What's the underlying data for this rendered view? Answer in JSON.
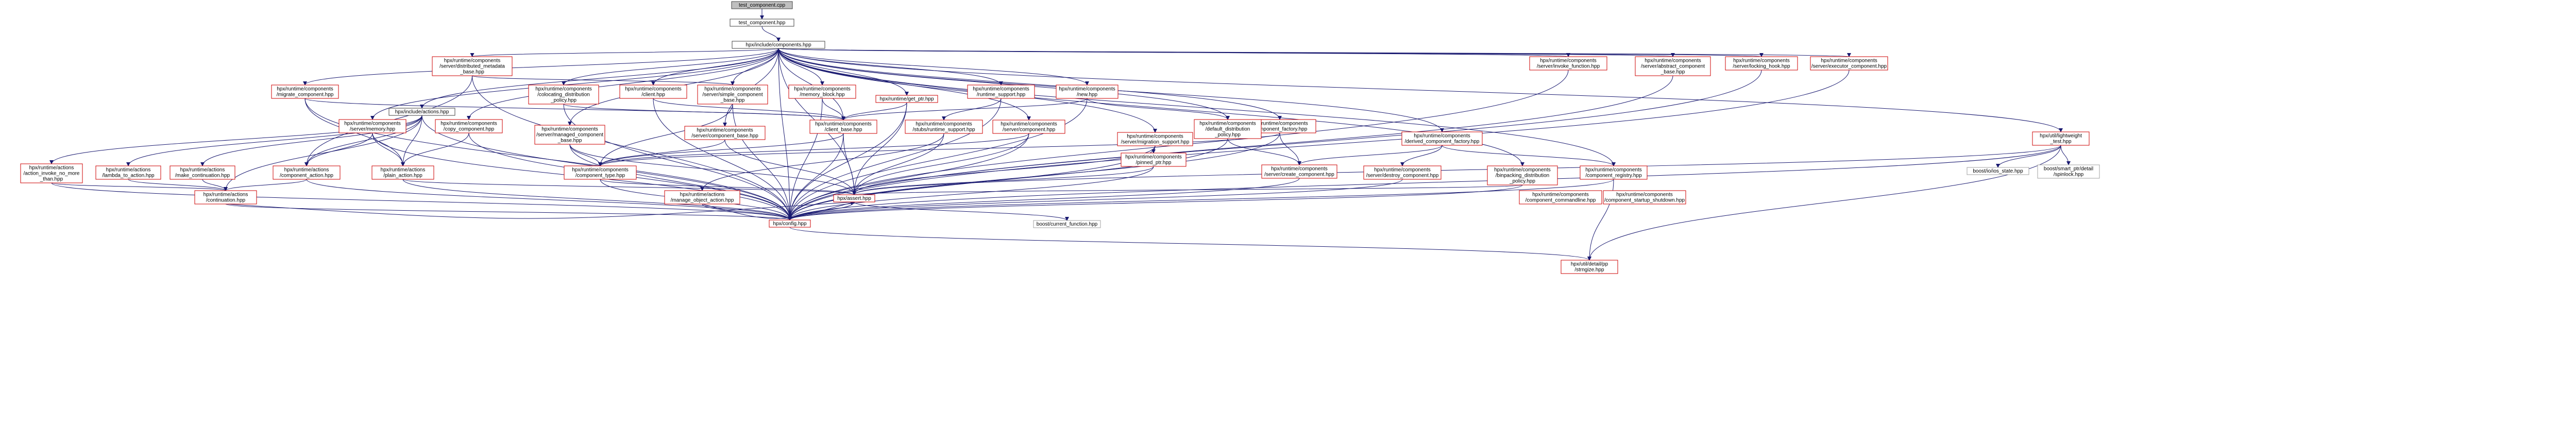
{
  "graph": {
    "colors": {
      "root_fill": "#bfbfbf",
      "root_stroke": "#404040",
      "node_stroke_plain": "#404040",
      "node_stroke_missing": "#cc0000",
      "node_stroke_system": "#a0a0a0",
      "node_fill": "#ffffff",
      "edge": "#191970"
    },
    "nodes": [
      {
        "id": "root",
        "lines": [
          "test_component.cpp"
        ],
        "kind": "root"
      },
      {
        "id": "test_hpp",
        "lines": [
          "test_component.hpp"
        ],
        "kind": "plain"
      },
      {
        "id": "components_hpp",
        "lines": [
          "hpx/include/components.hpp"
        ],
        "kind": "plain"
      },
      {
        "id": "actions_hpp",
        "lines": [
          "hpx/include/actions.hpp"
        ],
        "kind": "plain"
      },
      {
        "id": "lightweight_test",
        "lines": [
          "hpx/util/lightweight",
          "_test.hpp"
        ],
        "kind": "missing"
      },
      {
        "id": "dist_metadata",
        "lines": [
          "hpx/runtime/components",
          "/server/distributed_metadata",
          "_base.hpp"
        ],
        "kind": "missing"
      },
      {
        "id": "migrate",
        "lines": [
          "hpx/runtime/components",
          "/migrate_component.hpp"
        ],
        "kind": "missing"
      },
      {
        "id": "server_memory",
        "lines": [
          "hpx/runtime/components",
          "/server/memory.hpp"
        ],
        "kind": "missing"
      },
      {
        "id": "copy_component",
        "lines": [
          "hpx/runtime/components",
          "/copy_component.hpp"
        ],
        "kind": "missing"
      },
      {
        "id": "colocating",
        "lines": [
          "hpx/runtime/components",
          "/colocating_distribution",
          "_policy.hpp"
        ],
        "kind": "missing"
      },
      {
        "id": "managed_base",
        "lines": [
          "hpx/runtime/components",
          "/server/managed_component",
          "_base.hpp"
        ],
        "kind": "missing"
      },
      {
        "id": "client_hpp",
        "lines": [
          "hpx/runtime/components",
          "/client.hpp"
        ],
        "kind": "missing"
      },
      {
        "id": "simple_base",
        "lines": [
          "hpx/runtime/components",
          "/server/simple_component",
          "_base.hpp"
        ],
        "kind": "missing"
      },
      {
        "id": "server_comp_base",
        "lines": [
          "hpx/runtime/components",
          "/server/component_base.hpp"
        ],
        "kind": "missing"
      },
      {
        "id": "memory_block",
        "lines": [
          "hpx/runtime/components",
          "/memory_block.hpp"
        ],
        "kind": "missing"
      },
      {
        "id": "get_ptr",
        "lines": [
          "hpx/runtime/get_ptr.hpp"
        ],
        "kind": "missing"
      },
      {
        "id": "client_base",
        "lines": [
          "hpx/runtime/components",
          "/client_base.hpp"
        ],
        "kind": "missing"
      },
      {
        "id": "runtime_support",
        "lines": [
          "hpx/runtime/components",
          "/runtime_support.hpp"
        ],
        "kind": "missing"
      },
      {
        "id": "stubs_runtime_support",
        "lines": [
          "hpx/runtime/components",
          "/stubs/runtime_support.hpp"
        ],
        "kind": "missing"
      },
      {
        "id": "new_hpp",
        "lines": [
          "hpx/runtime/components",
          "/new.hpp"
        ],
        "kind": "missing"
      },
      {
        "id": "server_component",
        "lines": [
          "hpx/runtime/components",
          "/server/component.hpp"
        ],
        "kind": "missing"
      },
      {
        "id": "migration_support",
        "lines": [
          "hpx/runtime/components",
          "/server/migration_support.hpp"
        ],
        "kind": "missing"
      },
      {
        "id": "pinned_ptr",
        "lines": [
          "hpx/runtime/components",
          "/pinned_ptr.hpp"
        ],
        "kind": "missing"
      },
      {
        "id": "comp_factory",
        "lines": [
          "hpx/runtime/components",
          "/component_factory.hpp"
        ],
        "kind": "missing"
      },
      {
        "id": "default_dist",
        "lines": [
          "hpx/runtime/components",
          "/default_distribution",
          "_policy.hpp"
        ],
        "kind": "missing"
      },
      {
        "id": "create_component",
        "lines": [
          "hpx/runtime/components",
          "/server/create_component.hpp"
        ],
        "kind": "missing"
      },
      {
        "id": "destroy_component",
        "lines": [
          "hpx/runtime/components",
          "/server/destroy_component.hpp"
        ],
        "kind": "missing"
      },
      {
        "id": "derived_factory",
        "lines": [
          "hpx/runtime/components",
          "/derived_component_factory.hpp"
        ],
        "kind": "missing"
      },
      {
        "id": "binpacking",
        "lines": [
          "hpx/runtime/components",
          "/binpacking_distribution",
          "_policy.hpp"
        ],
        "kind": "missing"
      },
      {
        "id": "comp_registry",
        "lines": [
          "hpx/runtime/components",
          "/component_registry.hpp"
        ],
        "kind": "missing"
      },
      {
        "id": "comp_commandline",
        "lines": [
          "hpx/runtime/components",
          "/component_commandline.hpp"
        ],
        "kind": "missing"
      },
      {
        "id": "comp_startup",
        "lines": [
          "hpx/runtime/components",
          "/component_startup_shutdown.hpp"
        ],
        "kind": "missing"
      },
      {
        "id": "invoke_function",
        "lines": [
          "hpx/runtime/components",
          "/server/invoke_function.hpp"
        ],
        "kind": "missing"
      },
      {
        "id": "abstract_base",
        "lines": [
          "hpx/runtime/components",
          "/server/abstract_component",
          "_base.hpp"
        ],
        "kind": "missing"
      },
      {
        "id": "locking_hook",
        "lines": [
          "hpx/runtime/components",
          "/server/locking_hook.hpp"
        ],
        "kind": "missing"
      },
      {
        "id": "executor_comp",
        "lines": [
          "hpx/runtime/components",
          "/server/executor_component.hpp"
        ],
        "kind": "missing"
      },
      {
        "id": "make_no_more",
        "lines": [
          "hpx/runtime/actions",
          "/action_invoke_no_more",
          "_than.hpp"
        ],
        "kind": "missing"
      },
      {
        "id": "lambda_to_action",
        "lines": [
          "hpx/runtime/actions",
          "/lambda_to_action.hpp"
        ],
        "kind": "missing"
      },
      {
        "id": "make_continuation",
        "lines": [
          "hpx/runtime/actions",
          "/make_continuation.hpp"
        ],
        "kind": "missing"
      },
      {
        "id": "component_action",
        "lines": [
          "hpx/runtime/actions",
          "/component_action.hpp"
        ],
        "kind": "missing"
      },
      {
        "id": "plain_action",
        "lines": [
          "hpx/runtime/actions",
          "/plain_action.hpp"
        ],
        "kind": "missing"
      },
      {
        "id": "manage_object",
        "lines": [
          "hpx/runtime/actions",
          "/manage_object_action.hpp"
        ],
        "kind": "missing"
      },
      {
        "id": "continuation",
        "lines": [
          "hpx/runtime/actions",
          "/continuation.hpp"
        ],
        "kind": "missing"
      },
      {
        "id": "component_type",
        "lines": [
          "hpx/runtime/components",
          "/component_type.hpp"
        ],
        "kind": "missing"
      },
      {
        "id": "assert_hpp",
        "lines": [
          "hpx/assert.hpp"
        ],
        "kind": "missing"
      },
      {
        "id": "config_hpp",
        "lines": [
          "hpx/config.hpp"
        ],
        "kind": "missing"
      },
      {
        "id": "current_function",
        "lines": [
          "boost/current_function.hpp"
        ],
        "kind": "system"
      },
      {
        "id": "detail_lexical",
        "lines": [
          "hpx/util/detail/pp",
          "/strngize.hpp"
        ],
        "kind": "missing"
      },
      {
        "id": "io_state",
        "lines": [
          "boost/io/ios_state.hpp"
        ],
        "kind": "system"
      },
      {
        "id": "smart_spinlock",
        "lines": [
          "boost/smart_ptr/detail",
          "/spinlock.hpp"
        ],
        "kind": "system"
      }
    ]
  }
}
